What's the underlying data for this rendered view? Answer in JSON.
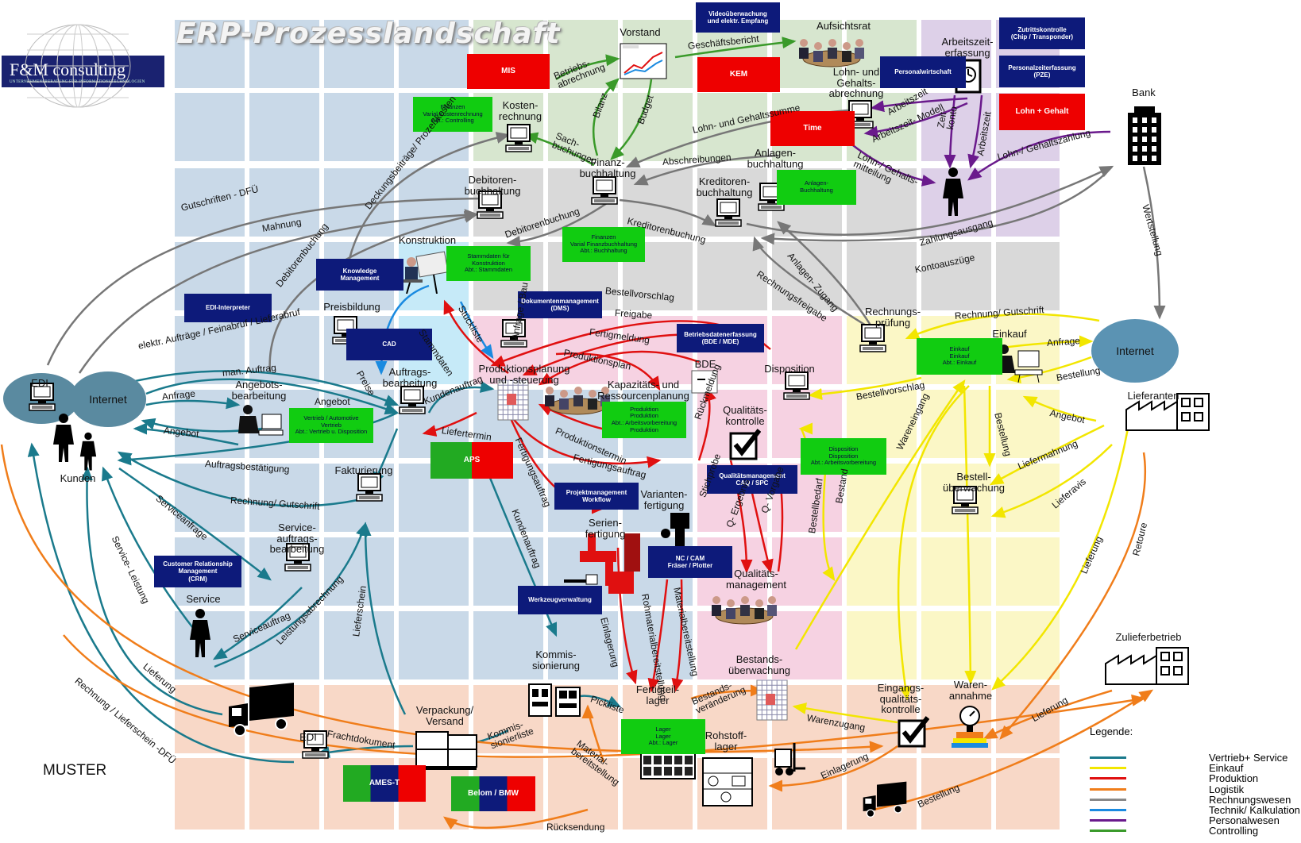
{
  "title": "ERP-Prozesslandschaft",
  "logo": {
    "name": "F&M consulting",
    "tagline": "UNTERNEHMENSBERATUNG FÜR INFORMATIONSTECHNOLOGIEN"
  },
  "muster": "MUSTER",
  "colors": {
    "vertrieb": "#1a7a8c",
    "einkauf": "#f2e600",
    "produktion": "#e01010",
    "logistik": "#f07d1a",
    "rechnungswesen": "#888888",
    "technik": "#1a8ae0",
    "personal": "#6a1a8c",
    "controlling": "#3a9a2a",
    "navy": "#0d1a7a",
    "bg_blue": "#c9d9e8",
    "bg_lightblue": "#c6eaf8",
    "bg_green": "#d7e6cf",
    "bg_grey": "#d9d9d9",
    "bg_purple": "#ddd0e8",
    "bg_pink": "#f6d2e2",
    "bg_yellow": "#fbf7c6",
    "bg_orange": "#f8d8c7"
  },
  "legend": {
    "title": "Legende:",
    "items": [
      "Vertrieb+ Service",
      "Einkauf",
      "Produktion",
      "Logistik",
      "Rechnungswesen",
      "Technik/ Kalkulation",
      "Personalwesen",
      "Controlling"
    ]
  },
  "nodes": {
    "vorstand": "Vorstand",
    "aufsichtsrat": "Aufsichtsrat",
    "arbeitszeit": "Arbeitszeit-\nerfassung",
    "lohn": "Lohn- und\nGehalts-\nabrechnung",
    "bank": "Bank",
    "kostenrechnung": "Kosten-\nrechnung",
    "finanzbuchhaltung": "Finanz-\nbuchhaltung",
    "anlagenbuchhaltung": "Anlagen-\nbuchhaltung",
    "debitorenbuchhaltung": "Debitoren-\nbuchhaltung",
    "kreditorenbuchhaltung": "Kreditoren-\nbuchhaltung",
    "konstruktion": "Konstruktion",
    "preisbildung": "Preisbildung",
    "produktionsplanung": "Produktionsplanung\nund -steuerung",
    "kapazitaet": "Kapazitäts- und\nRessourcenplanung",
    "bde": "BDE",
    "disposition": "Disposition",
    "rechnungspruefung": "Rechnungs-\nprüfung",
    "einkauf": "Einkauf",
    "internet_right": "Internet",
    "lieferanten": "Lieferanten",
    "edi_left": "EDI",
    "internet_left": "Internet",
    "kunden": "Kunden",
    "angebotsbearbeitung": "Angebots-\nbearbeitung",
    "auftragsbearbeitung": "Auftrags-\nbearbeitung",
    "fakturierung": "Fakturierung",
    "serviceauftrag": "Service-\nauftrags-\nbearbeitung",
    "service": "Service",
    "qualitaetskontrolle": "Qualitäts-\nkontrolle",
    "variantenfertigung": "Varianten-\nfertigung",
    "serienfertigung": "Serien-\nfertigung",
    "qualitaetsmanagement": "Qualitäts-\nmanagement",
    "bestellueberwachung": "Bestell-\nüberwachung",
    "bestandsueberwachung": "Bestands-\nüberwachung",
    "kommissionierung": "Kommis-\nsionierung",
    "fertigteillager": "Fertigteil-\nlager",
    "rohstofflager": "Rohstoff-\nlager",
    "verpackung": "Verpackung/\nVersand",
    "edi_bottom": "EDI",
    "eingangskontrolle": "Eingangs-\nqualitäts-\nkontrolle",
    "warenannahme": "Waren-\nannahme",
    "zulieferbetrieb": "Zulieferbetrieb"
  },
  "tags": {
    "videoueberwachung": "Videoüberwachung\nund elektr. Empfang",
    "zutrittskontrolle": "Zutrittskontrolle\n(Chip / Transponder)",
    "personalzeiterfassung": "Personalzeiterfassung\n(PZE)",
    "personalwirtschaft": "Personalwirtschaft",
    "mis": "MIS",
    "kem": "KEM",
    "time": "Time",
    "lohn_gehalt": "Lohn + Gehalt",
    "finanzen_kosten": "Finanzen\nVarial Kostenrechnung\nAbt.: Controlling",
    "anlagen_buchhaltung": "Anlagen-\nBuchhaltung",
    "finanzen_fibu": "Finanzen\nVarial Finanzbuchhaltung\nAbt.: Buchhaltung",
    "knowledge": "Knowledge\nManagement",
    "stammdaten": "Stammdaten für\nKonstruktion\nAbt.: Stammdaten",
    "dms": "Dokumentenmanagement\n(DMS)",
    "bde_mde": "Betriebsdatenerfassung\n(BDE / MDE)",
    "edi_interpreter": "EDI-Interpreter",
    "cad": "CAD",
    "vertrieb_automotive": "Vertrieb / Automotive\nVertrieb\nAbt.: Vertrieb u. Disposition",
    "produktion": "Produktion\nProduktion\nAbt.: Arbeitsvorbereitung\nProduktion",
    "einkauf_tag": "Einkauf\nEinkauf\nAbt.: Einkauf",
    "aps": "APS",
    "qualitaetsmanagement_tag": "Qualitätsmanagement\nCAQ / SPC",
    "disposition_tag": "Disposition\nDisposition\nAbt.: Arbeitsvorbereitung",
    "projektmanagement": "Projektmanagement\nWorkflow",
    "ncam": "NC / CAM\nFräser / Plotter",
    "crm": "Customer Relationship\nManagement\n(CRM)",
    "werkzeug": "Werkzeugverwaltung",
    "lager": "Lager\nLager\nAbt.: Lager",
    "ames": "AMES-T",
    "belom": "Belom / BMW"
  },
  "flows": {
    "geschaeftsbericht": "Geschäftsbericht",
    "betriebsabrechnung": "Betriebs-\nabrechnung",
    "bilanz": "Bilanz",
    "budget": "Budget",
    "sachbuchungen": "Sach-\nbuchungen",
    "lohn_gehaltssumme": "Lohn- und Gehaltssumme",
    "arbeitszeit": "Arbeitszeit",
    "arbeitszeitmodell": "Arbeitszeit- Modell",
    "zeitkonto": "Zeit-\nkonto",
    "arbeitszeit2": "Arbeitszeit",
    "lohn_gehaltszahlung": "Lohn-/ Gehaltszahlung",
    "lohn_gehaltsmitteilung": "Lohn-/ Gehalts-\nmitteilung",
    "deckungsbeitraege": "Deckungsbeiträge/ Prozeßkosten",
    "abschreibungen": "Abschreibungen",
    "gutschriften": "Gutschriften - DFÜ",
    "mahnung": "Mahnung",
    "debitorenbuchung": "Debitorenbuchung",
    "kreditorenbuchung": "Kreditorenbuchung",
    "zahlungsausgang": "Zahlungsausgang",
    "wertstellung": "Wertstellung",
    "kontoauszuege": "Kontoauszüge",
    "anlagen_zugang": "Anlagen- Zugang",
    "rechnungsfreigabe": "Rechnungsfreigabe",
    "rechnung_gutschrift_r": "Rechnung/ Gutschrift",
    "anfrage_r": "Anfrage",
    "bestellung_r": "Bestellung",
    "angebot_r": "Angebot",
    "bestellvorschlag": "Bestellvorschlag",
    "bestellvorschlag2": "Bestellvorschlag",
    "freigabe": "Freigabe",
    "fertigmeldung": "Fertigmeldung",
    "produktionsplan": "Produktionsplan",
    "produktionstermin": "Produktionstermin",
    "fertigungsauftrag": "Fertigungsauftrag",
    "fertigungsauftrag2": "Fertigungsauftrag",
    "rueckmeldung": "Rückmeldung",
    "stichprobe": "Stichprobe",
    "q_ergebnis": "Q- Ergebnis",
    "q_vorgabe": "Q- Vorgabe",
    "bestellbedarf": "Bestellbedarf",
    "bestand": "Bestand",
    "debitorenbuchung_l": "Debitorenbuchung",
    "elektr_auftraege": "elektr. Aufträge / Feinabruf / Lieferabruf",
    "man_auftrag": "man. Auftrag",
    "anfrage_l": "Anfrage",
    "angebot_l": "Angebot",
    "angebot_l2": "Angebot",
    "auftragsbestaetigung": "Auftragsbestätigung",
    "kundenauftrag": "Kundenauftrag",
    "liefertermin": "Liefertermin",
    "kundenauftrag2": "Kundenauftrag",
    "rechnung_gutschrift_l": "Rechnung/ Gutschrift",
    "preise": "Preise",
    "stammdaten_flow": "Stammdaten",
    "stueckliste": "Stückliste",
    "anfrage_bau": "Anfrage / Bau",
    "serviceanfrage": "Serviceanfrage",
    "service_leistung": "Service- Leistung",
    "serviceauftrag": "Serviceauftrag",
    "leistungsabrechnung": "Leistungsabrechnung",
    "lieferschein": "Lieferschein",
    "lieferung_l": "Lieferung",
    "rechnung_lieferschein": "Rechnung / Lieferschein -DFÜ",
    "frachtdokument": "Frachtdokument",
    "kommissionierliste": "Kommis-\nsionierliste",
    "pickliste": "Pickliste",
    "einlagerung_f": "Einlagerung",
    "materialbereitstellung": "Materialbereitstellung",
    "rohmaterialbereitstellung": "Rohmaterialbereitstellung",
    "material_bereitstellung2": "Material-\nbereitstellung",
    "bestandsveraenderung": "Bestands-\nveränderung",
    "warenzugang": "Warenzugang",
    "einlagerung_r": "Einlagerung",
    "wareneingang": "Wareneingang",
    "bestellung_r2": "Bestellung",
    "liefermahnung": "Liefermahnung",
    "lieferavis": "Lieferavis",
    "lieferung_r": "Lieferung",
    "retoure": "Retoure",
    "lieferung_r2": "Lieferung",
    "bestellung_bottom": "Bestellung",
    "ruecksendung": "Rücksendung"
  }
}
